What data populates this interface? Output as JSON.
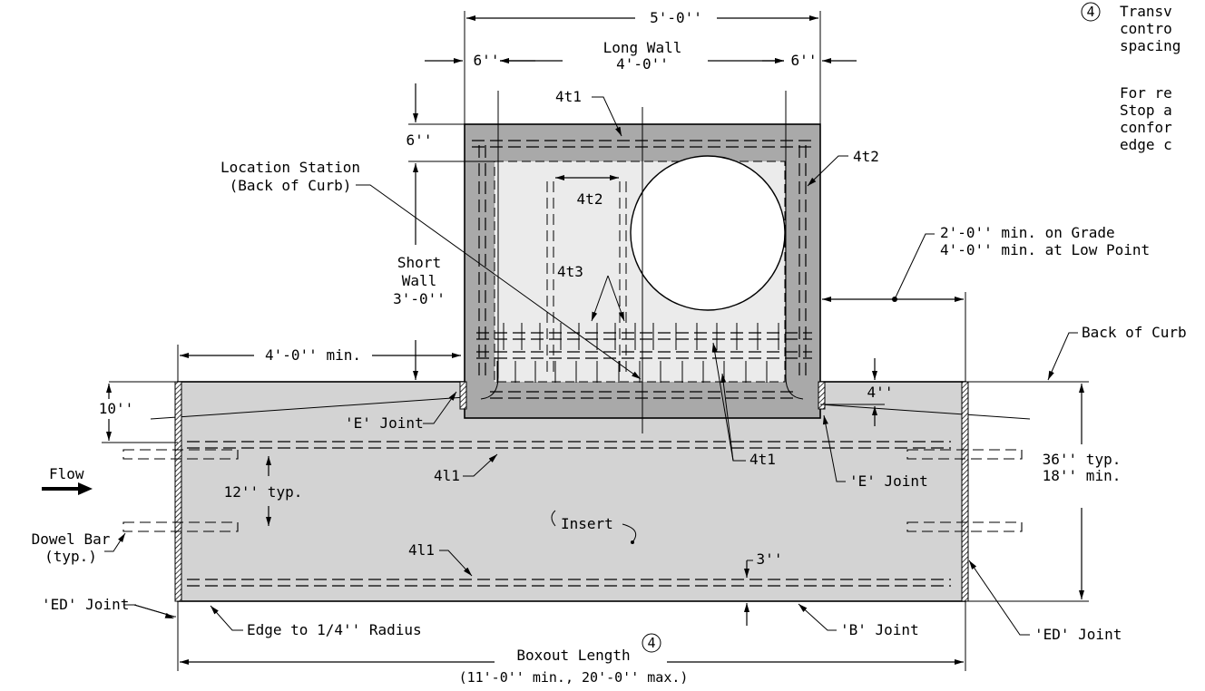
{
  "dims": {
    "overall_width": "5'-0''",
    "long_wall_title": "Long Wall",
    "long_wall": "4'-0''",
    "wall_thick_left": "6''",
    "wall_thick_right": "6''",
    "top_thick": "6''",
    "short_wall_l1": "Short",
    "short_wall_l2": "Wall",
    "short_wall_l3": "3'-0''",
    "min_left": "4'-0'' min.",
    "slab_top": "10''",
    "bar_spacing": "12'' typ.",
    "curb_offset": "4''",
    "bottom_cover": "3''",
    "depth_l1": "36'' typ.",
    "depth_l2": "18'' min.",
    "grade_l1": "2'-0'' min. on Grade",
    "grade_l2": "4'-0'' min. at Low Point",
    "boxout_l1": "Boxout Length",
    "boxout_note_ref": "4",
    "boxout_l2": "(11'-0'' min., 20'-0'' max.)"
  },
  "bars": {
    "t1_top": "4t1",
    "t2_right": "4t2",
    "t2_inner": "4t2",
    "t3": "4t3",
    "t1_bottom": "4t1",
    "l1_top": "4l1",
    "l1_bottom": "4l1"
  },
  "labels": {
    "location_l1": "Location Station",
    "location_l2": "(Back of Curb)",
    "back_of_curb": "Back of Curb",
    "e_joint_left": "'E' Joint",
    "e_joint_right": "'E' Joint",
    "flow": "Flow",
    "dowel_l1": "Dowel Bar",
    "dowel_l2": "(typ.)",
    "ed_joint_left": "'ED' Joint",
    "ed_joint_right": "'ED' Joint",
    "b_joint": "'B' Joint",
    "edge_radius": "Edge to 1/4'' Radius",
    "insert": "Insert"
  },
  "note": {
    "number": "4",
    "lines": [
      "Transv",
      "contro",
      "spacing"
    ],
    "lines2": [
      "For re",
      "Stop a",
      "confor",
      "edge c"
    ]
  },
  "colors": {
    "slab_fill": "#d3d3d3",
    "wall_fill": "#a9a9a9",
    "interior_fill": "#ebebeb"
  }
}
